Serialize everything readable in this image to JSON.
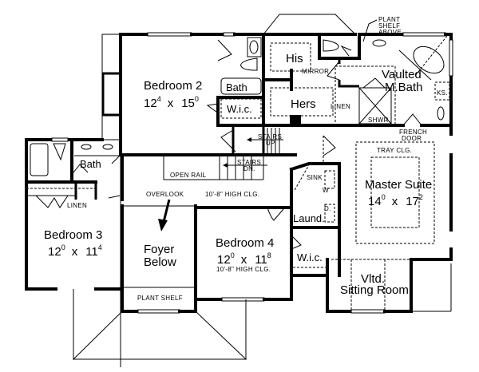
{
  "plan": {
    "rooms": {
      "bedroom2": {
        "name": "Bedroom 2",
        "w": "12",
        "w_in": "4",
        "x": "x",
        "l": "15",
        "l_in": "0"
      },
      "bath2": {
        "name": "Bath"
      },
      "wic2": {
        "name": "W.i.c."
      },
      "his": {
        "name": "His"
      },
      "hers": {
        "name": "Hers"
      },
      "mbath": {
        "line1": "Vaulted",
        "line2": "M.Bath"
      },
      "bath3": {
        "name": "Bath"
      },
      "bedroom3": {
        "name": "Bedroom 3",
        "w": "12",
        "w_in": "0",
        "x": "x",
        "l": "11",
        "l_in": "4"
      },
      "foyer": {
        "line1": "Foyer",
        "line2": "Below"
      },
      "bedroom4": {
        "name": "Bedroom 4",
        "w": "12",
        "w_in": "0",
        "x": "x",
        "l": "11",
        "l_in": "8",
        "note": "10'-8\" HIGH CLG."
      },
      "laundry": {
        "name": "Laund."
      },
      "wic4": {
        "name": "W.i.c."
      },
      "master": {
        "name": "Master Suite",
        "w": "14",
        "w_in": "0",
        "x": "x",
        "l": "17",
        "l_in": "2"
      },
      "sitting": {
        "line1": "Vltd.",
        "line2": "Sitting Room"
      }
    },
    "notes": {
      "plant_shelf_above_1": "PLANT",
      "plant_shelf_above_2": "SHELF",
      "plant_shelf_above_3": "ABOVE",
      "mirror": "MIRROR",
      "linen_master": "LINEN",
      "ks": "KS.",
      "shwr": "SHWR.",
      "french_door_1": "FRENCH",
      "french_door_2": "DOOR",
      "stairs_up_1": "STAIRS",
      "stairs_up_2": "UP",
      "stairs_dn_1": "STAIRS",
      "stairs_dn_2": "DN.",
      "open_rail": "OPEN RAIL",
      "overlook": "OVERLOOK",
      "hall_clg": "10'-8\" HIGH CLG.",
      "linen_b3": "LINEN",
      "tray_clg": "TRAY CLG.",
      "sink": "SINK",
      "washer": "W",
      "dryer": "D.",
      "plant_shelf": "PLANT SHELF"
    }
  }
}
